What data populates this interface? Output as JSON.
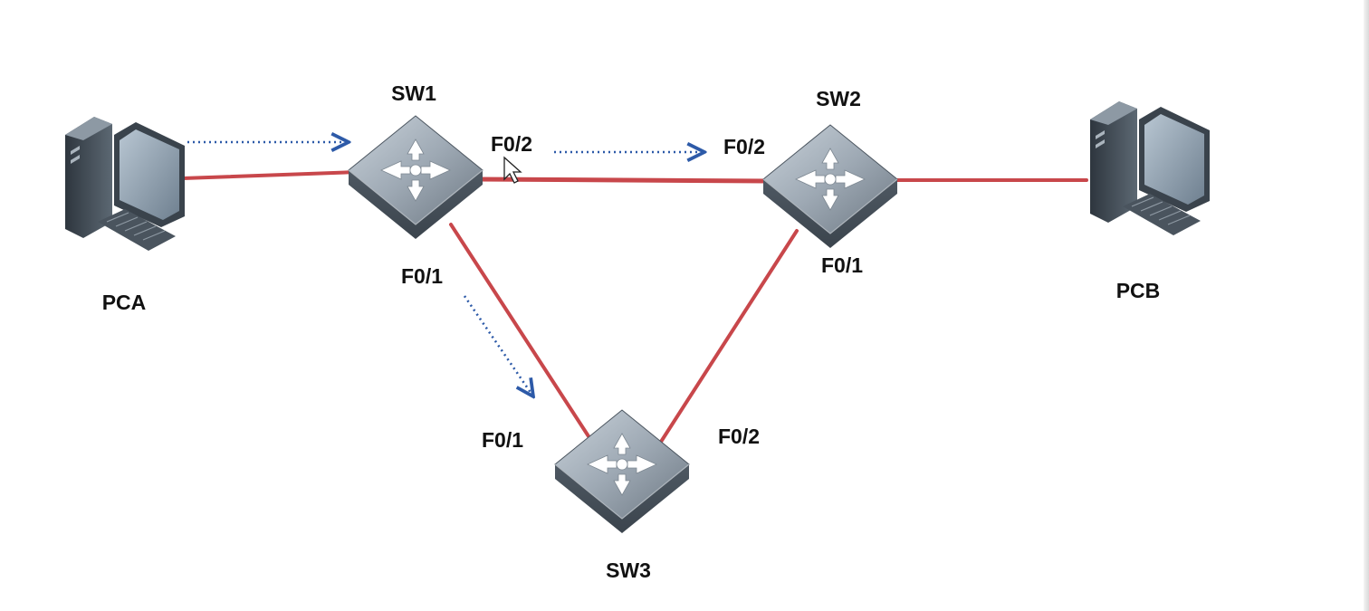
{
  "diagram": {
    "nodes": {
      "pca": {
        "label": "PCA",
        "icon": "desktop-computer-icon"
      },
      "pcb": {
        "label": "PCB",
        "icon": "desktop-computer-icon"
      },
      "sw1": {
        "label": "SW1",
        "icon": "switch-icon"
      },
      "sw2": {
        "label": "SW2",
        "icon": "switch-icon"
      },
      "sw3": {
        "label": "SW3",
        "icon": "switch-icon"
      }
    },
    "ports": {
      "sw1_f02": "F0/2",
      "sw2_f02": "F0/2",
      "sw1_f01": "F0/1",
      "sw2_f01": "F0/1",
      "sw3_f01": "F0/1",
      "sw3_f02": "F0/2"
    },
    "link_color": "#c8474b",
    "arrow_color": "#2d5aa8"
  }
}
